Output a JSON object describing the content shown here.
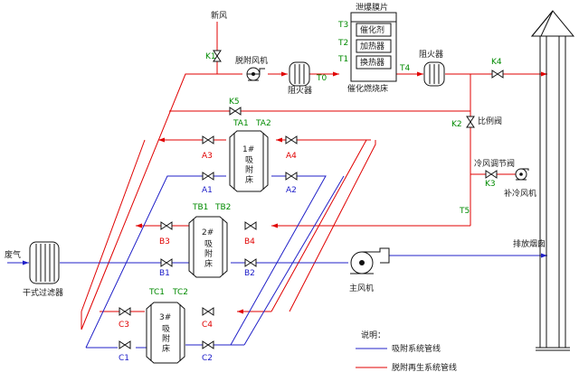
{
  "labels": {
    "fresh_air": "新风",
    "k1": "K1",
    "desorb_fan": "脱附风机",
    "flame_arrester_1": "阻火器",
    "t0": "T0",
    "explosion_vent": "泄爆膜片",
    "t3": "T3",
    "t2": "T2",
    "t1": "T1",
    "catalyst": "催化剂",
    "heater": "加热器",
    "heat_exchanger": "换热器",
    "catalytic_bed": "催化燃烧床",
    "t4": "T4",
    "flame_arrester_2": "阻火器",
    "k4": "K4",
    "k5": "K5",
    "k2": "K2",
    "ratio_valve": "比例阀",
    "ta1": "TA1",
    "ta2": "TA2",
    "bed1_name": "1#",
    "bed1_line1": "吸",
    "bed1_line2": "附",
    "bed1_line3": "床",
    "a3": "A3",
    "a4": "A4",
    "a1": "A1",
    "a2": "A2",
    "cold_air_valve": "冷风调节阀",
    "k3": "K3",
    "makeup_fan": "补冷风机",
    "tb1": "TB1",
    "tb2": "TB2",
    "bed2_name": "2#",
    "bed2_line1": "吸",
    "bed2_line2": "附",
    "bed2_line3": "床",
    "t5": "T5",
    "b3": "B3",
    "b4": "B4",
    "waste_gas": "废气",
    "dry_filter": "干式过滤器",
    "b1": "B1",
    "b2": "B2",
    "exhaust_stack": "排放烟囱",
    "main_fan": "主风机",
    "tc1": "TC1",
    "tc2": "TC2",
    "bed3_name": "3#",
    "bed3_line1": "吸",
    "bed3_line2": "附",
    "bed3_line3": "床",
    "c3": "C3",
    "c4": "C4",
    "c1": "C1",
    "c2": "C2",
    "legend_title": "说明：",
    "legend_adsorption": "吸附系统管线",
    "legend_regeneration": "脱附再生系统管线"
  },
  "colors": {
    "adsorption_line": "#2020c8",
    "regeneration_line": "#e00000",
    "valve_label_red": "#e00000",
    "valve_label_blue": "#1a1ac8",
    "temp_label": "#008a00",
    "equipment": "#111111"
  }
}
